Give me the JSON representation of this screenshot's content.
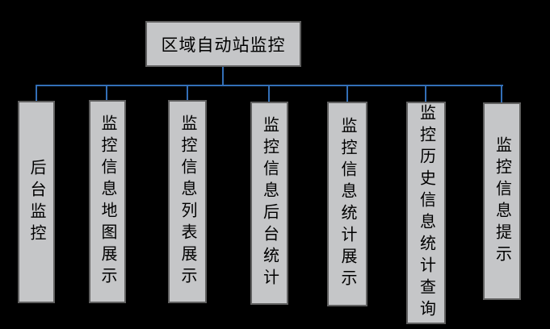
{
  "diagram": {
    "root": {
      "label": "区域自动站监控"
    },
    "children": [
      {
        "label": "后台监控"
      },
      {
        "label": "监控信息地图展示"
      },
      {
        "label": "监控信息列表展示"
      },
      {
        "label": "监控信息后台统计"
      },
      {
        "label": "监控信息统计展示"
      },
      {
        "label": "监控历史信息统计查询"
      },
      {
        "label": "监控信息提示"
      }
    ],
    "colors": {
      "background": "#000000",
      "box_fill": "#c5c6c8",
      "box_border": "#606060",
      "connector": "#336fb7",
      "text": "#000000"
    }
  }
}
